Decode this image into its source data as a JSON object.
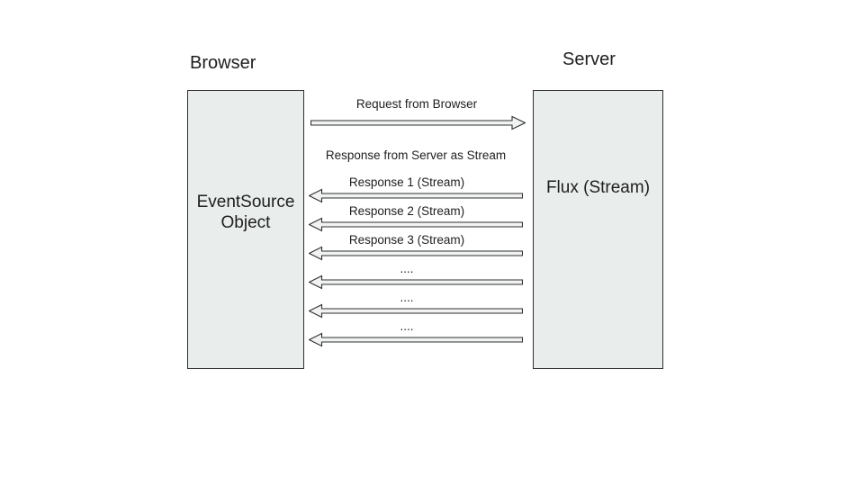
{
  "titles": {
    "browser": "Browser",
    "server": "Server"
  },
  "boxes": {
    "eventsource": {
      "label": "EventSource Object"
    },
    "flux": {
      "label": "Flux (Stream)"
    }
  },
  "request": {
    "label": "Request from Browser"
  },
  "stream_header": "Response from Server as Stream",
  "responses": [
    {
      "label": "Response 1 (Stream)"
    },
    {
      "label": "Response 2 (Stream)"
    },
    {
      "label": "Response 3 (Stream)"
    },
    {
      "label": "...."
    },
    {
      "label": "...."
    },
    {
      "label": "...."
    }
  ],
  "colors": {
    "background": "#ffffff",
    "box_fill": "#e9edec",
    "box_border": "#2f2f2f",
    "arrow_fill": "#f1f3f3",
    "arrow_stroke": "#2f2f2f",
    "text": "#1e1e1e"
  }
}
